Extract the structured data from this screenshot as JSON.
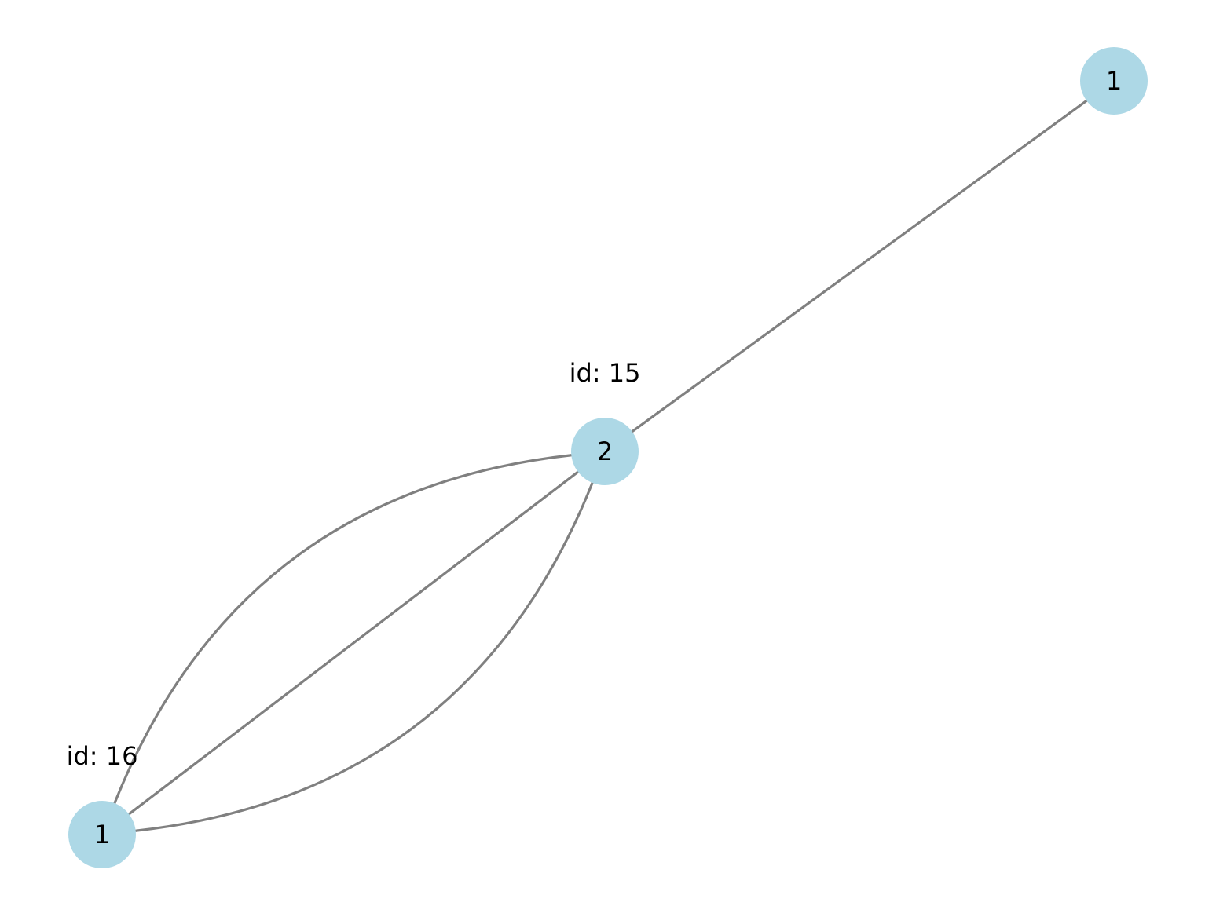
{
  "graph": {
    "node_color": "#add8e6",
    "edge_color": "#808080",
    "nodes": [
      {
        "key": "a",
        "label": "1",
        "id_label": ""
      },
      {
        "key": "b",
        "label": "2",
        "id_label": "id: 15"
      },
      {
        "key": "c",
        "label": "1",
        "id_label": "id: 16"
      }
    ],
    "edges": [
      {
        "source": "a",
        "target": "b"
      },
      {
        "source": "b",
        "target": "c"
      },
      {
        "source": "b",
        "target": "c"
      },
      {
        "source": "b",
        "target": "c"
      }
    ]
  }
}
